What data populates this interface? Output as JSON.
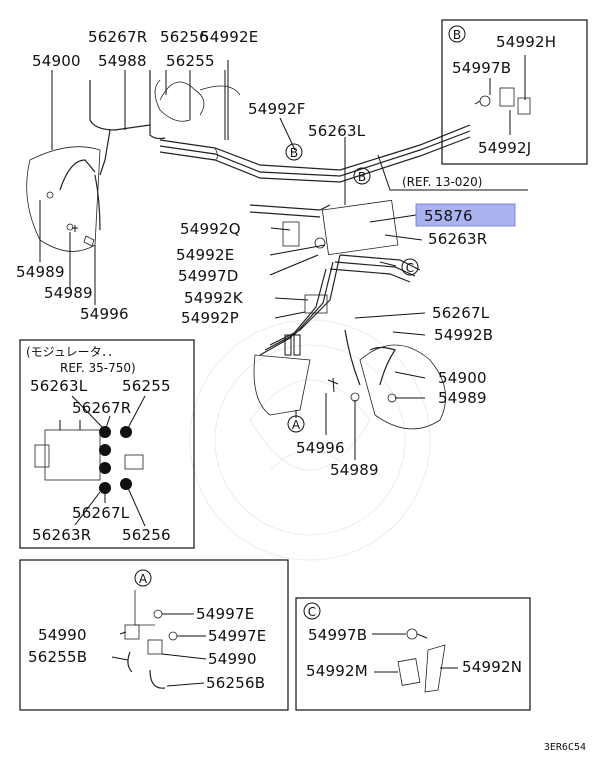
{
  "parts": {
    "p56267R": "56267R",
    "p56256": "56256",
    "p54992E_top": "54992E",
    "p54900_left": "54900",
    "p54988": "54988",
    "p56255": "56255",
    "p54992F": "54992F",
    "p56263L": "56263L",
    "p55876": "55876",
    "p54992Q": "54992Q",
    "p54992E_mid": "54992E",
    "p54997D": "54997D",
    "p54992K": "54992K",
    "p54992P": "54992P",
    "p56263R": "56263R",
    "p56267L": "56267L",
    "p54992B": "54992B",
    "p54900_right": "54900",
    "p54989_right": "54989",
    "p54996_center": "54996",
    "p54989_center": "54989",
    "p54989_left1": "54989",
    "p54989_left2": "54989",
    "p54996_left": "54996"
  },
  "reference": "(REF. 13-020)",
  "callouts": {
    "a": "A",
    "b": "B",
    "c": "C"
  },
  "inset_b": {
    "tag": "B",
    "labels": [
      "54992H",
      "54997B",
      "54992J"
    ]
  },
  "inset_modulator": {
    "title": "(モジュレータ．．",
    "ref": "REF. 35-750)",
    "labels": [
      "56263L",
      "56255",
      "56267R",
      "56267L",
      "56263R",
      "56256"
    ]
  },
  "inset_a": {
    "tag": "A",
    "labels": [
      "54997E",
      "54990",
      "54997E",
      "56255B",
      "54990",
      "56256B"
    ]
  },
  "inset_c": {
    "tag": "C",
    "labels": [
      "54997B",
      "54992M",
      "54992N"
    ]
  },
  "footer_code": "3ER6C54"
}
